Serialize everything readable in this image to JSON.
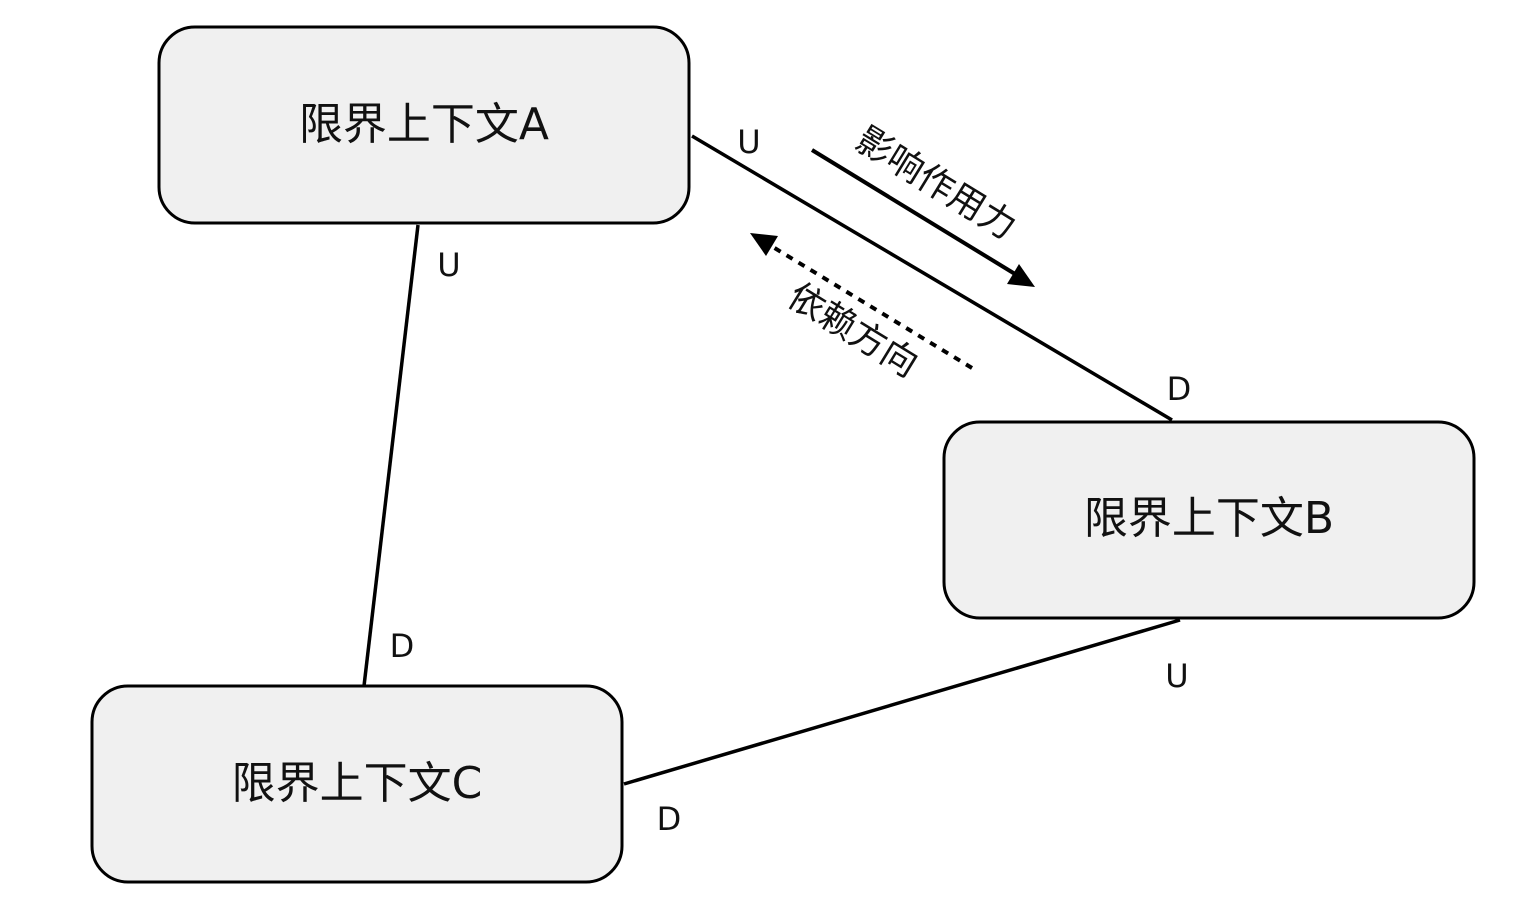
{
  "nodes": {
    "a": {
      "label": "限界上下文A"
    },
    "b": {
      "label": "限界上下文B"
    },
    "c": {
      "label": "限界上下文C"
    }
  },
  "edges": {
    "a_b": {
      "end_a": "U",
      "end_b": "D"
    },
    "a_c": {
      "end_a": "U",
      "end_c": "D"
    },
    "b_c": {
      "end_b": "U",
      "end_c": "D"
    }
  },
  "annotations": {
    "influence": "影响作用力",
    "dependency": "依赖方向"
  },
  "colors": {
    "node_fill": "#f0f0f0",
    "stroke": "#000000"
  }
}
